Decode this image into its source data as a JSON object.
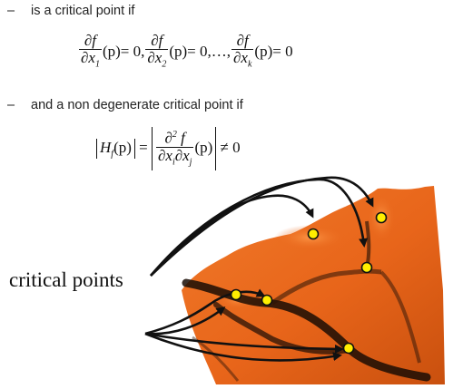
{
  "bullets": {
    "first": {
      "dash": "–",
      "text": "is a critical point if"
    },
    "second": {
      "dash": "–",
      "text": "and a non degenerate critical point if"
    }
  },
  "eq1": {
    "numerator": "∂f",
    "p": "(p)",
    "eq_zero": "= 0,",
    "dx": "∂x",
    "sub1": "1",
    "sub2": "2",
    "subk": "k",
    "dots": "…,",
    "end_zero": "= 0"
  },
  "eq2": {
    "H": "H",
    "Hsub": "f",
    "p": "(p)",
    "eq": "=",
    "num": "∂",
    "num_sup": "2",
    "num_f": " f",
    "den": "∂x",
    "den_i": "i",
    "den_j": "j",
    "neq": "≠ 0"
  },
  "figure": {
    "label": "critical points",
    "colors": {
      "surface": "#e8651a",
      "surface_dark": "#1a0d05",
      "point": "#ffee00",
      "arrow": "#111111"
    }
  }
}
